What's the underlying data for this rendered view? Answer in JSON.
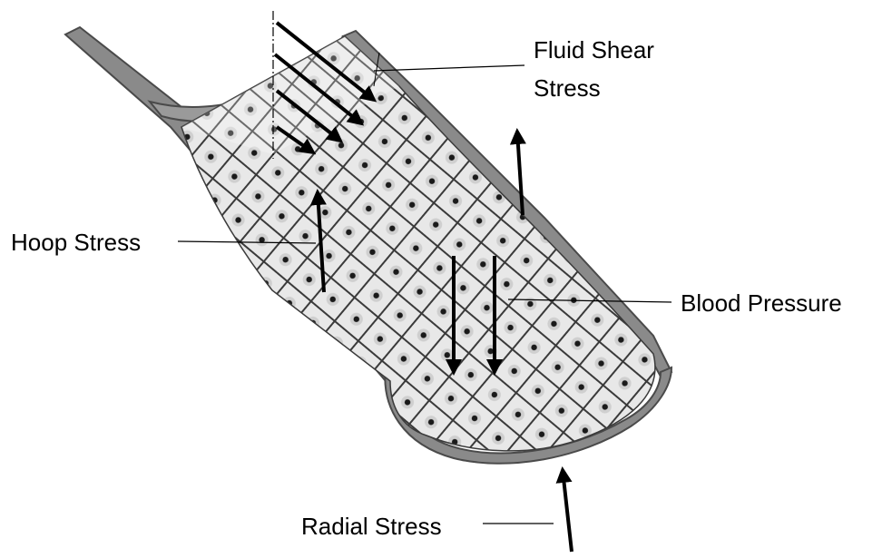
{
  "labels": {
    "fluid_shear_line1": "Fluid Shear",
    "fluid_shear_line2": "Stress",
    "hoop_stress": "Hoop Stress",
    "blood_pressure": "Blood Pressure",
    "radial_stress": "Radial Stress"
  },
  "colors": {
    "vessel_wall": "#8a8a8a",
    "vessel_wall_edge": "#4a4a4a",
    "cell_fill": "#e6e6e6",
    "cell_grid": "#3a3a3a",
    "nucleus": "#1a1a1a",
    "arrow": "#000000",
    "text": "#000000"
  },
  "icons": {
    "arrow": "filled-arrowhead-line"
  }
}
